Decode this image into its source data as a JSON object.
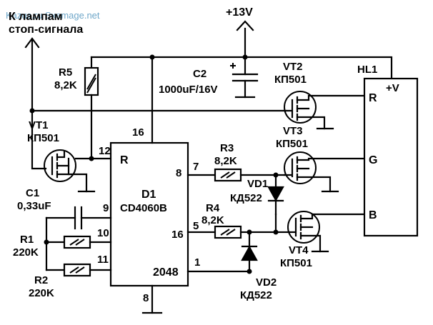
{
  "watermark": "Kazus.ru Sxemage.net",
  "note_line1": "К лампам",
  "note_line2": "стоп-сигнала",
  "supply": "+13V",
  "r5": {
    "ref": "R5",
    "value": "8,2K"
  },
  "c2": {
    "ref": "C2",
    "value": "1000uF/16V"
  },
  "vt1": {
    "ref": "VT1",
    "part": "КП501"
  },
  "vt2": {
    "ref": "VT2",
    "part": "КП501"
  },
  "vt3": {
    "ref": "VT3",
    "part": "КП501"
  },
  "vt4": {
    "ref": "VT4",
    "part": "КП501"
  },
  "hl1": {
    "ref": "HL1",
    "pin_power": "+V",
    "pin_r": "R",
    "pin_g": "G",
    "pin_b": "B"
  },
  "d1": {
    "ref": "D1",
    "part": "CD4060B",
    "pin_r_label": "R",
    "pin_2048_label": "2048",
    "pin16": "16",
    "pin12": "12",
    "pin9": "9",
    "pin10": "10",
    "pin11": "11",
    "pin8_right": "8",
    "pin7": "7",
    "pin5": "5",
    "pin1": "1",
    "pin8_bottom": "8",
    "out8": "8",
    "out16": "16"
  },
  "r3": {
    "ref": "R3",
    "value": "8,2K"
  },
  "r4": {
    "ref": "R4",
    "value": "8,2K"
  },
  "vd1": {
    "ref": "VD1",
    "part": "КД522"
  },
  "vd2": {
    "ref": "VD2",
    "part": "КД522"
  },
  "c1": {
    "ref": "C1",
    "value": "0,33uF"
  },
  "r1": {
    "ref": "R1",
    "value": "220K"
  },
  "r2": {
    "ref": "R2",
    "value": "220K"
  }
}
